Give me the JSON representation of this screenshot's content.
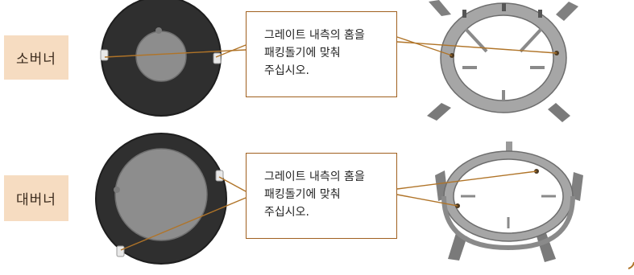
{
  "rows": [
    {
      "label": "소버너",
      "callout": "그레이트 내측의 홈을\n패킹돌기에 맞춰\n주십시오."
    },
    {
      "label": "대버너",
      "callout": "그레이트 내측의 홈을\n패킹돌기에 맞춰\n주십시오."
    }
  ],
  "colors": {
    "label_bg": "#f6dcc1",
    "callout_border": "#a0601f",
    "leader_line": "#b07428",
    "burner_body": "#2f2f2f",
    "burner_cap": "#8d8d8d",
    "grate": "#9a9a9a"
  }
}
